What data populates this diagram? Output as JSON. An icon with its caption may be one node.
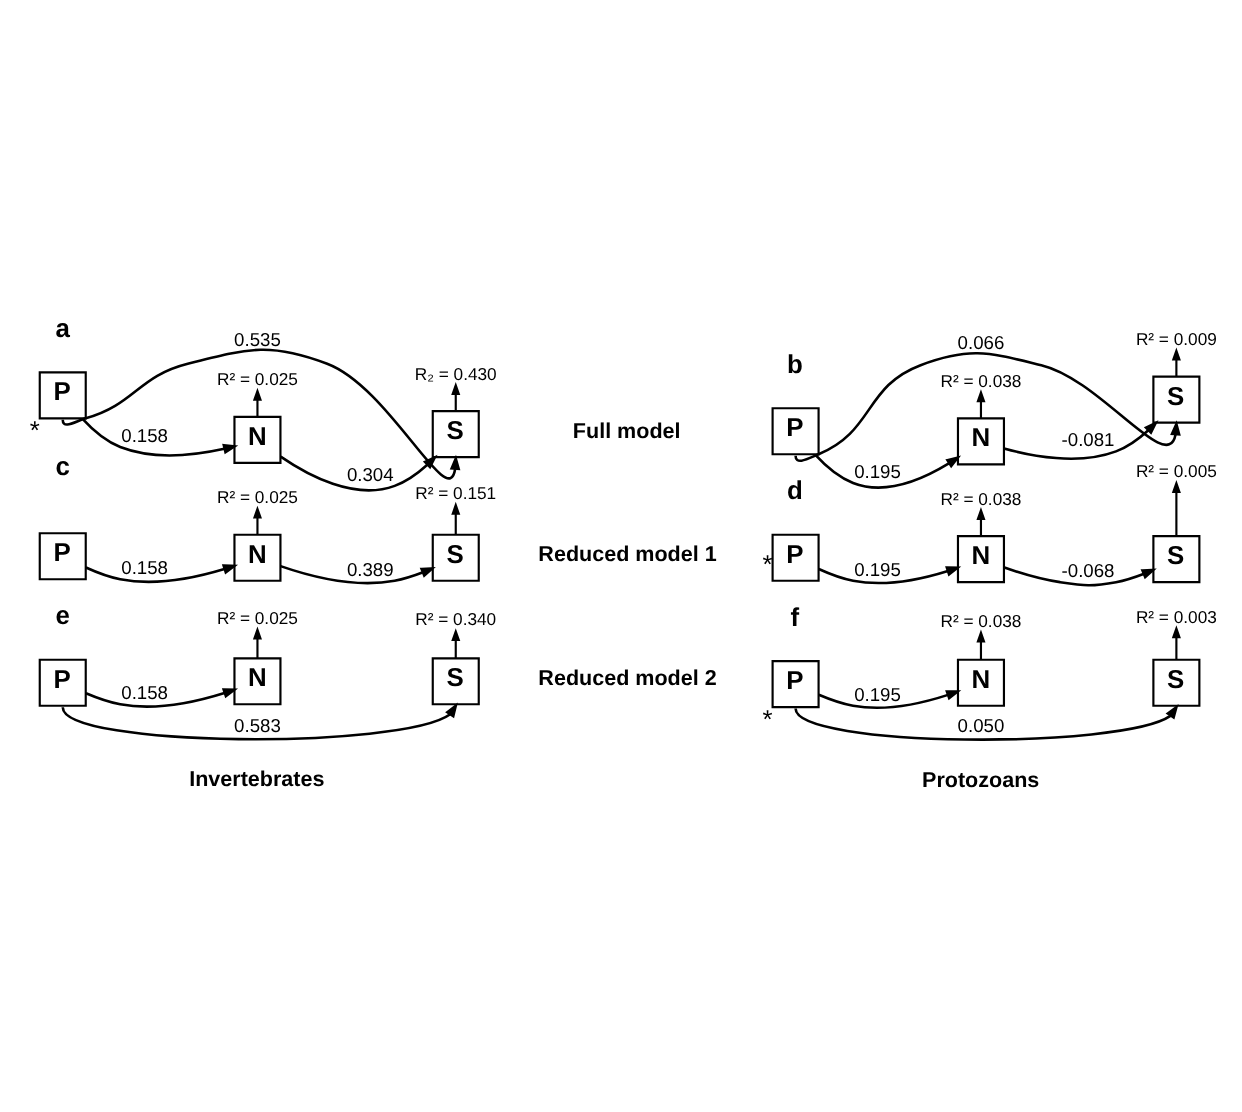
{
  "diagram": {
    "nodes": [
      {
        "text": [
          "R² = 0.025"
        ]
      },
      {
        "text": [
          "R₂ = 0.430"
        ]
      },
      {
        "text": [
          "P"
        ],
        "beside": [
          "*"
        ]
      },
      {
        "text": [
          "N"
        ]
      },
      {
        "text": [
          "S"
        ]
      },
      {
        "text": [
          "R² = 0.038"
        ]
      },
      {
        "text": [
          "R² = 0.009"
        ]
      },
      {
        "text": [
          "P"
        ]
      },
      {
        "text": [
          "N"
        ]
      },
      {
        "text": [
          "S"
        ]
      },
      {
        "text": [
          "R² = 0.025"
        ]
      },
      {
        "text": [
          "R² = 0.151"
        ]
      },
      {
        "text": [
          "P"
        ]
      },
      {
        "text": [
          "N"
        ]
      },
      {
        "text": [
          "S"
        ]
      },
      {
        "text": [
          "R² = 0.038"
        ]
      },
      {
        "text": [
          "R² = 0.005"
        ]
      },
      {
        "text": [
          "P"
        ],
        "beside": [
          "*"
        ]
      },
      {
        "text": [
          "N"
        ]
      },
      {
        "text": [
          "S"
        ]
      },
      {
        "text": [
          "R² = 0.025"
        ]
      },
      {
        "text": [
          "R² = 0.340"
        ]
      },
      {
        "text": [
          "P"
        ]
      },
      {
        "text": [
          "N"
        ]
      },
      {
        "text": [
          "S"
        ]
      },
      {
        "text": [
          "R² = 0.038"
        ]
      },
      {
        "text": [
          "R² = 0.003"
        ]
      },
      {
        "text": [
          "P"
        ],
        "beside": [
          "*"
        ]
      },
      {
        "text": [
          "N"
        ]
      },
      {
        "text": [
          "S"
        ]
      }
    ],
    "edges": [
      {
        "from": 2,
        "to": 3,
        "arrow": "to",
        "label": "0.158"
      },
      {
        "from": 3,
        "to": 4,
        "arrow": "to",
        "label": "0.304"
      },
      {
        "from": 2,
        "to": 4,
        "arrow": "to",
        "label": "0.535"
      },
      {
        "from": 3,
        "to": 0,
        "arrow": "to"
      },
      {
        "from": 4,
        "to": 1,
        "arrow": "to"
      },
      {
        "from": 7,
        "to": 8,
        "arrow": "to",
        "label": "0.195"
      },
      {
        "from": 8,
        "to": 9,
        "arrow": "to",
        "label": "-0.081"
      },
      {
        "from": 7,
        "to": 9,
        "arrow": "to",
        "label": "0.066"
      },
      {
        "from": 8,
        "to": 5,
        "arrow": "to"
      },
      {
        "from": 9,
        "to": 6,
        "arrow": "to"
      },
      {
        "from": 12,
        "to": 13,
        "arrow": "to",
        "label": "0.158"
      },
      {
        "from": 13,
        "to": 14,
        "arrow": "to",
        "label": "0.389"
      },
      {
        "from": 13,
        "to": 10,
        "arrow": "to"
      },
      {
        "from": 14,
        "to": 11,
        "arrow": "to"
      },
      {
        "from": 17,
        "to": 18,
        "arrow": "to",
        "label": "0.195"
      },
      {
        "from": 18,
        "to": 19,
        "arrow": "to",
        "label": "-0.068"
      },
      {
        "from": 18,
        "to": 15,
        "arrow": "to"
      },
      {
        "from": 19,
        "to": 16,
        "arrow": "to"
      },
      {
        "from": 22,
        "to": 23,
        "arrow": "to",
        "label": "0.158"
      },
      {
        "from": 22,
        "to": 24,
        "arrow": "to",
        "label": "0.583"
      },
      {
        "from": 23,
        "to": 20,
        "arrow": "to"
      },
      {
        "from": 24,
        "to": 21,
        "arrow": "to"
      },
      {
        "from": 27,
        "to": 28,
        "arrow": "to",
        "label": "0.195"
      },
      {
        "from": 27,
        "to": 29,
        "arrow": "to",
        "label": "0.050"
      },
      {
        "from": 28,
        "to": 25,
        "arrow": "to"
      },
      {
        "from": 29,
        "to": 26,
        "arrow": "to"
      }
    ],
    "labels": [
      "Full model",
      "a",
      "b",
      "Reduced model 1",
      "c",
      "d",
      "Reduced model 2",
      "e",
      "f",
      "Invertebrates",
      "Protozoans"
    ]
  }
}
